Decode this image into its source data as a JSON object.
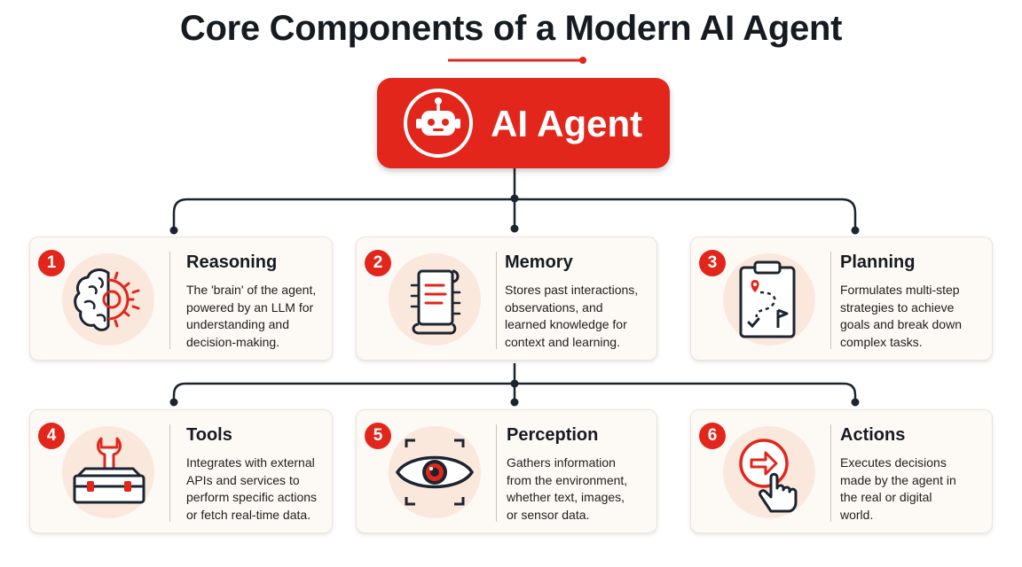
{
  "title": "Core Components of a Modern AI Agent",
  "hub": {
    "label": "AI Agent",
    "icon": "robot-icon"
  },
  "colors": {
    "accent": "#e2261c",
    "card_bg": "#fdf9f5",
    "icon_bg": "#fbe8dd",
    "connector": "#1c2430"
  },
  "components": [
    {
      "number": "1",
      "title": "Reasoning",
      "icon": "brain-gear-icon",
      "desc": [
        "The 'brain' of the agent,",
        "powered by an LLM for",
        "understanding and",
        "decision-making."
      ]
    },
    {
      "number": "2",
      "title": "Memory",
      "icon": "memory-scroll-icon",
      "desc": [
        "Stores past interactions,",
        "observations, and",
        "learned knowledge for",
        "context and learning."
      ]
    },
    {
      "number": "3",
      "title": "Planning",
      "icon": "clipboard-plan-icon",
      "desc": [
        "Formulates multi-step",
        "strategies to achieve",
        "goals and break down",
        "complex tasks."
      ]
    },
    {
      "number": "4",
      "title": "Tools",
      "icon": "toolbox-icon",
      "desc": [
        "Integrates with external",
        "APIs and services to",
        "perform specific actions",
        "or fetch real-time data."
      ]
    },
    {
      "number": "5",
      "title": "Perception",
      "icon": "eye-icon",
      "desc": [
        "Gathers information",
        "from the environment,",
        "whether text, images,",
        "or sensor data."
      ]
    },
    {
      "number": "6",
      "title": "Actions",
      "icon": "pointer-click-icon",
      "desc": [
        "Executes decisions",
        "made by the agent in",
        "the real or digital",
        "world."
      ]
    }
  ]
}
